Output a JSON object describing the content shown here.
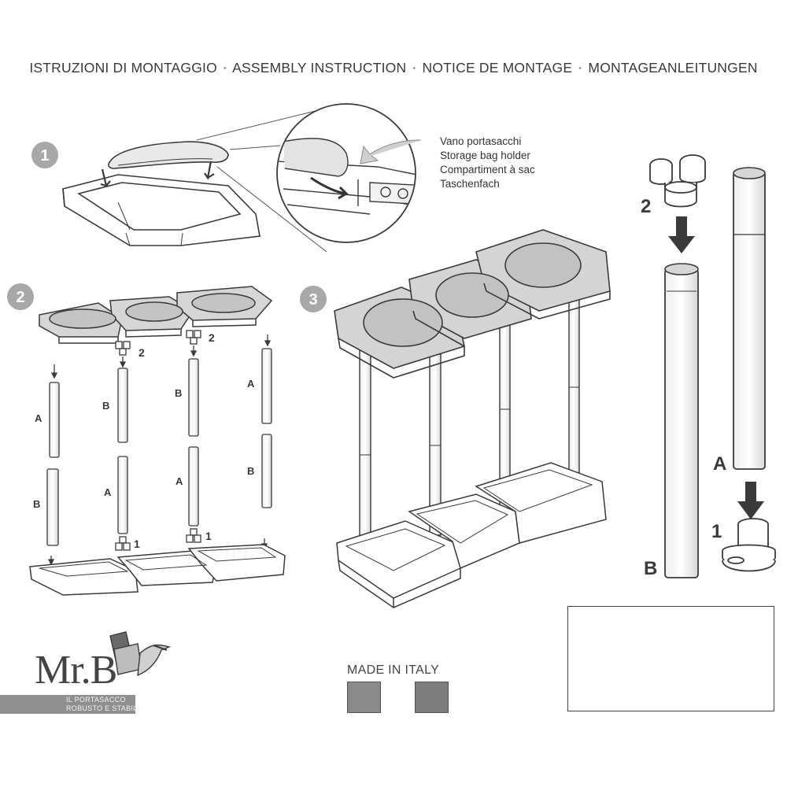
{
  "header": {
    "title_it": "ISTRUZIONI DI MONTAGGIO",
    "title_en": "ASSEMBLY INSTRUCTION",
    "title_fr": "NOTICE DE MONTAGE",
    "title_de": "MONTAGEANLEITUNGEN",
    "separator": "•"
  },
  "steps": {
    "step1": "1",
    "step2": "2",
    "step3": "3"
  },
  "legend": {
    "it": "Vano portasacchi",
    "en": "Storage bag holder",
    "fr": "Compartiment à sac",
    "de": "Taschenfach"
  },
  "parts": {
    "pole_a": "A",
    "pole_b": "B",
    "connector_1": "1",
    "connector_2": "2"
  },
  "footer": {
    "brand": "Mr.B",
    "tagline_1": "IL PORTASACCO",
    "tagline_2": "ROBUSTO E STABILE",
    "made_in": "MADE IN ITALY"
  },
  "colors": {
    "line": "#3a3a3a",
    "lid_fill": "#cfcfcf",
    "badge": "#a8a8a8",
    "swatch_1": "#8a8a8a",
    "swatch_2": "#7d7d7d"
  }
}
